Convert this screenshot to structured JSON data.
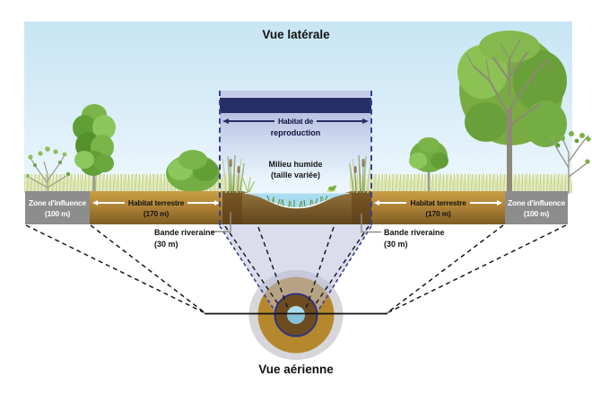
{
  "lateral_view": {
    "title": "Vue latérale",
    "reproduction_habitat_line1": "Habitat de",
    "reproduction_habitat_line2": "reproduction",
    "wetland_line1": "Milieu humide",
    "wetland_line2": "(taille variée)",
    "zone_influence_label": "Zone d'influence",
    "zone_influence_size": "(100 m)",
    "habitat_terrestre_label": "Habitat terrestre",
    "habitat_terrestre_size": "(170 m)",
    "bande_riveraine_label": "Bande riveraine",
    "bande_riveraine_size": "(30 m)"
  },
  "aerial_view": {
    "title": "Vue aérienne"
  },
  "colors": {
    "sky": "#c7e5f4",
    "navy_bar": "#272f68",
    "panel_lavender": "#c0c7e6",
    "zone_influence_gray": "#8d8d8d",
    "habitat_terrestre_brown": "#b08437",
    "bande_riveraine_dark_brown": "#6b4c20",
    "water_blue": "#a9dcf0",
    "aerial_outer_gray": "#d6d6db",
    "aerial_tan": "#b6882e",
    "aerial_center_blue": "#a7daee",
    "dashed_navy": "#3a3f8e"
  }
}
